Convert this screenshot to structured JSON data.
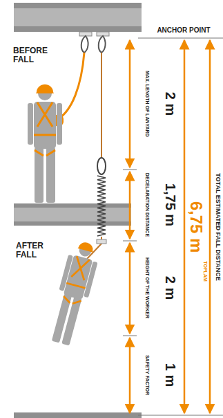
{
  "diagram": {
    "labels": [
      "ANCHOR POINT",
      "BEFORE FALL",
      "AFTER FALL",
      "MAX. LENGTH OF LANYARD",
      "2 m",
      "DECELARATION DISTANCE",
      "1,75 m",
      "HEIGHT OF THE WORKER",
      "2 m",
      "SAFETY FACTOR",
      "1 m",
      "6,75 m",
      "TOPLAM",
      "TOTAL ESTIMATED FALL DISTANCE"
    ]
  }
}
